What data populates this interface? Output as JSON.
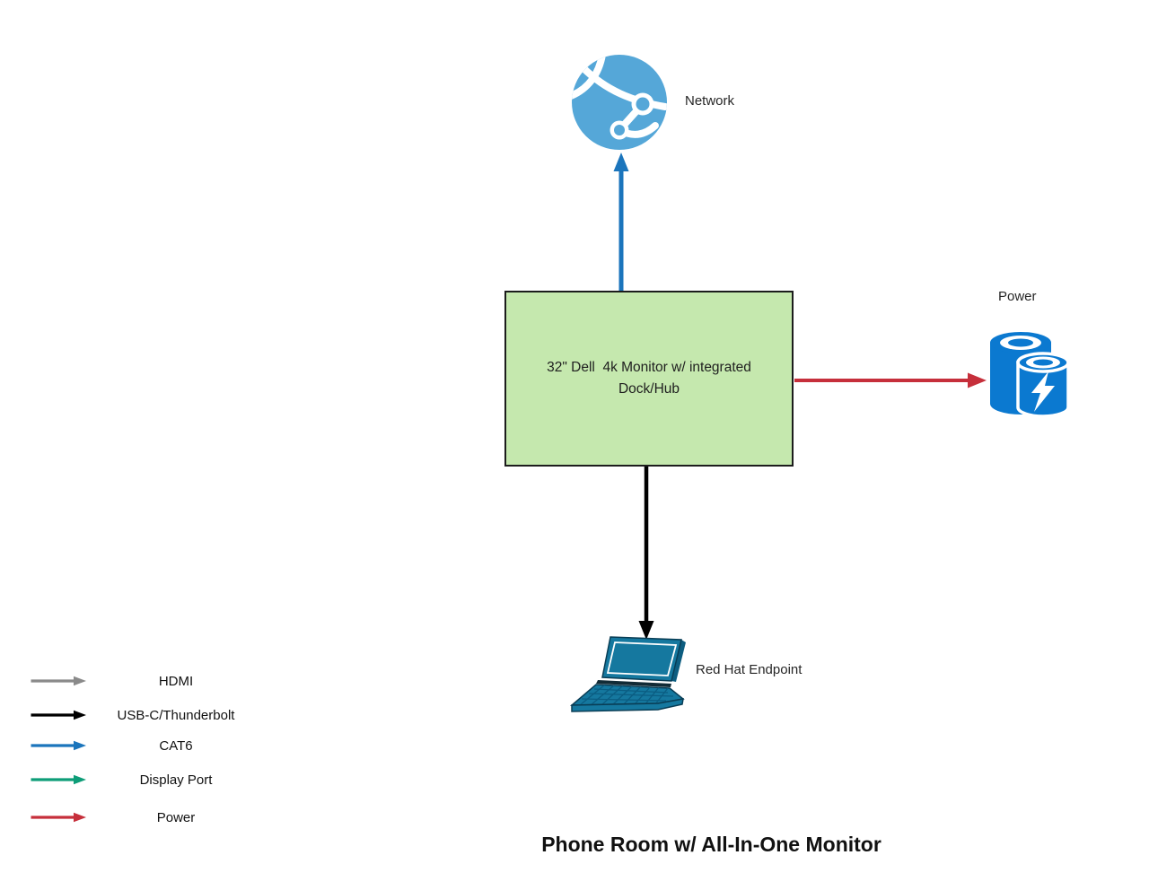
{
  "title": "Phone Room w/ All-In-One Monitor",
  "nodes": {
    "network": {
      "label": "Network",
      "icon": "network-globe-icon",
      "icon_color": "#55a7d8"
    },
    "monitor": {
      "label": "32\" Dell  4k Monitor w/ integrated\nDock/Hub",
      "fill": "#c5e8ae",
      "border": "#1c1c1c"
    },
    "power": {
      "label": "Power",
      "icon": "power-supply-icon",
      "icon_color": "#0b79d0"
    },
    "endpoint": {
      "label": "Red Hat Endpoint",
      "icon": "laptop-icon",
      "icon_color": "#15789f"
    }
  },
  "connectors": [
    {
      "name": "cat6",
      "from": "monitor",
      "to": "network",
      "color": "#1b75bc"
    },
    {
      "name": "usbc-thunderbolt",
      "from": "monitor",
      "to": "endpoint",
      "color": "#000000"
    },
    {
      "name": "power",
      "from": "monitor",
      "to": "power",
      "color": "#c62f3b"
    }
  ],
  "legend": {
    "items": [
      {
        "label": "HDMI",
        "color": "#8a8a8a"
      },
      {
        "label": "USB-C/Thunderbolt",
        "color": "#000000"
      },
      {
        "label": "CAT6",
        "color": "#1b75bc"
      },
      {
        "label": "Display Port",
        "color": "#0e9d78"
      },
      {
        "label": "Power",
        "color": "#c62f3b"
      }
    ]
  },
  "colors": {
    "globe": "#55a7d8",
    "background": "#ffffff"
  }
}
